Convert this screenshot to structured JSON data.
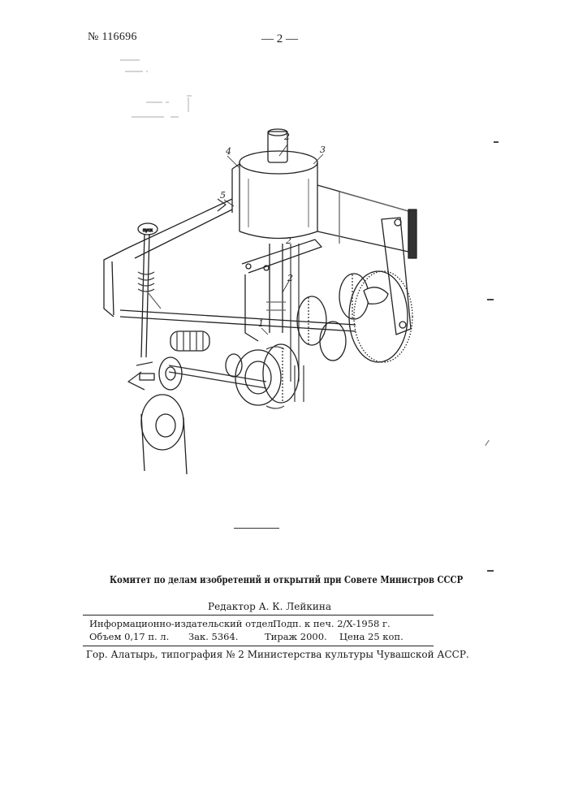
{
  "header": {
    "patent_number": "№ 116696",
    "page_number": "— 2 —"
  },
  "drawing": {
    "labels": [
      "2",
      "2",
      "3",
      "4",
      "5",
      "2",
      "1"
    ]
  },
  "footer": {
    "committee": "Комитет по делам изобретений и открытий при Совете Министров СССР",
    "editor": "Редактор А. К. Лейкина",
    "imprint": {
      "department": "Информационно-издательский отдел.",
      "signed": "Подп. к печ. 2/X-1958 г.",
      "volume": "Объем 0,17 п. л.",
      "order": "Зак. 5364.",
      "print_run": "Тираж 2000.",
      "price": "Цена 25 коп."
    },
    "printer": "Гор. Алатырь, типография № 2 Министерства культуры Чувашской АССР."
  }
}
